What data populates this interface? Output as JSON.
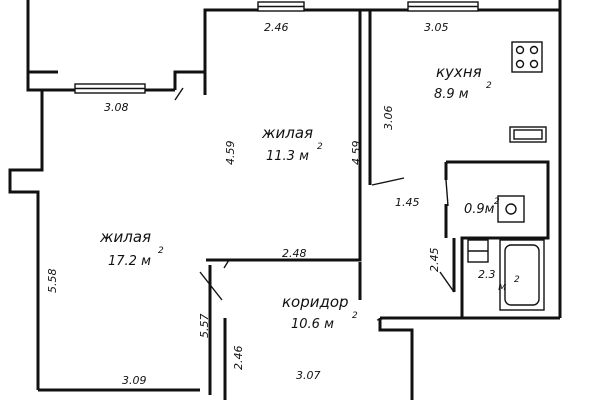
{
  "rooms": {
    "living_left": {
      "name": "жилая",
      "area": "17.2 м",
      "sup": "2"
    },
    "living_center": {
      "name": "жилая",
      "area": "11.3 м",
      "sup": "2"
    },
    "kitchen": {
      "name": "кухня",
      "area": "8.9 м",
      "sup": "2"
    },
    "corridor": {
      "name": "коридор",
      "area": "10.6 м",
      "sup": "2"
    },
    "wc": {
      "area": "0.9м",
      "sup": "2"
    },
    "bath": {
      "area": "2.3",
      "area2": "м",
      "sup": "2"
    }
  },
  "dimensions": {
    "center_top": "2.46",
    "kitchen_top": "3.05",
    "left_top": "3.08",
    "center_left": "4.59",
    "center_right": "4.59",
    "kitchen_left": "3.06",
    "kitchen_bottom": "1.45",
    "center_bottom": "2.48",
    "left_side": "5.58",
    "left_inner": "5.57",
    "left_bottom": "3.09",
    "door_gap": "2.46",
    "corridor_bottom": "3.07",
    "bath_side": "2.45"
  }
}
